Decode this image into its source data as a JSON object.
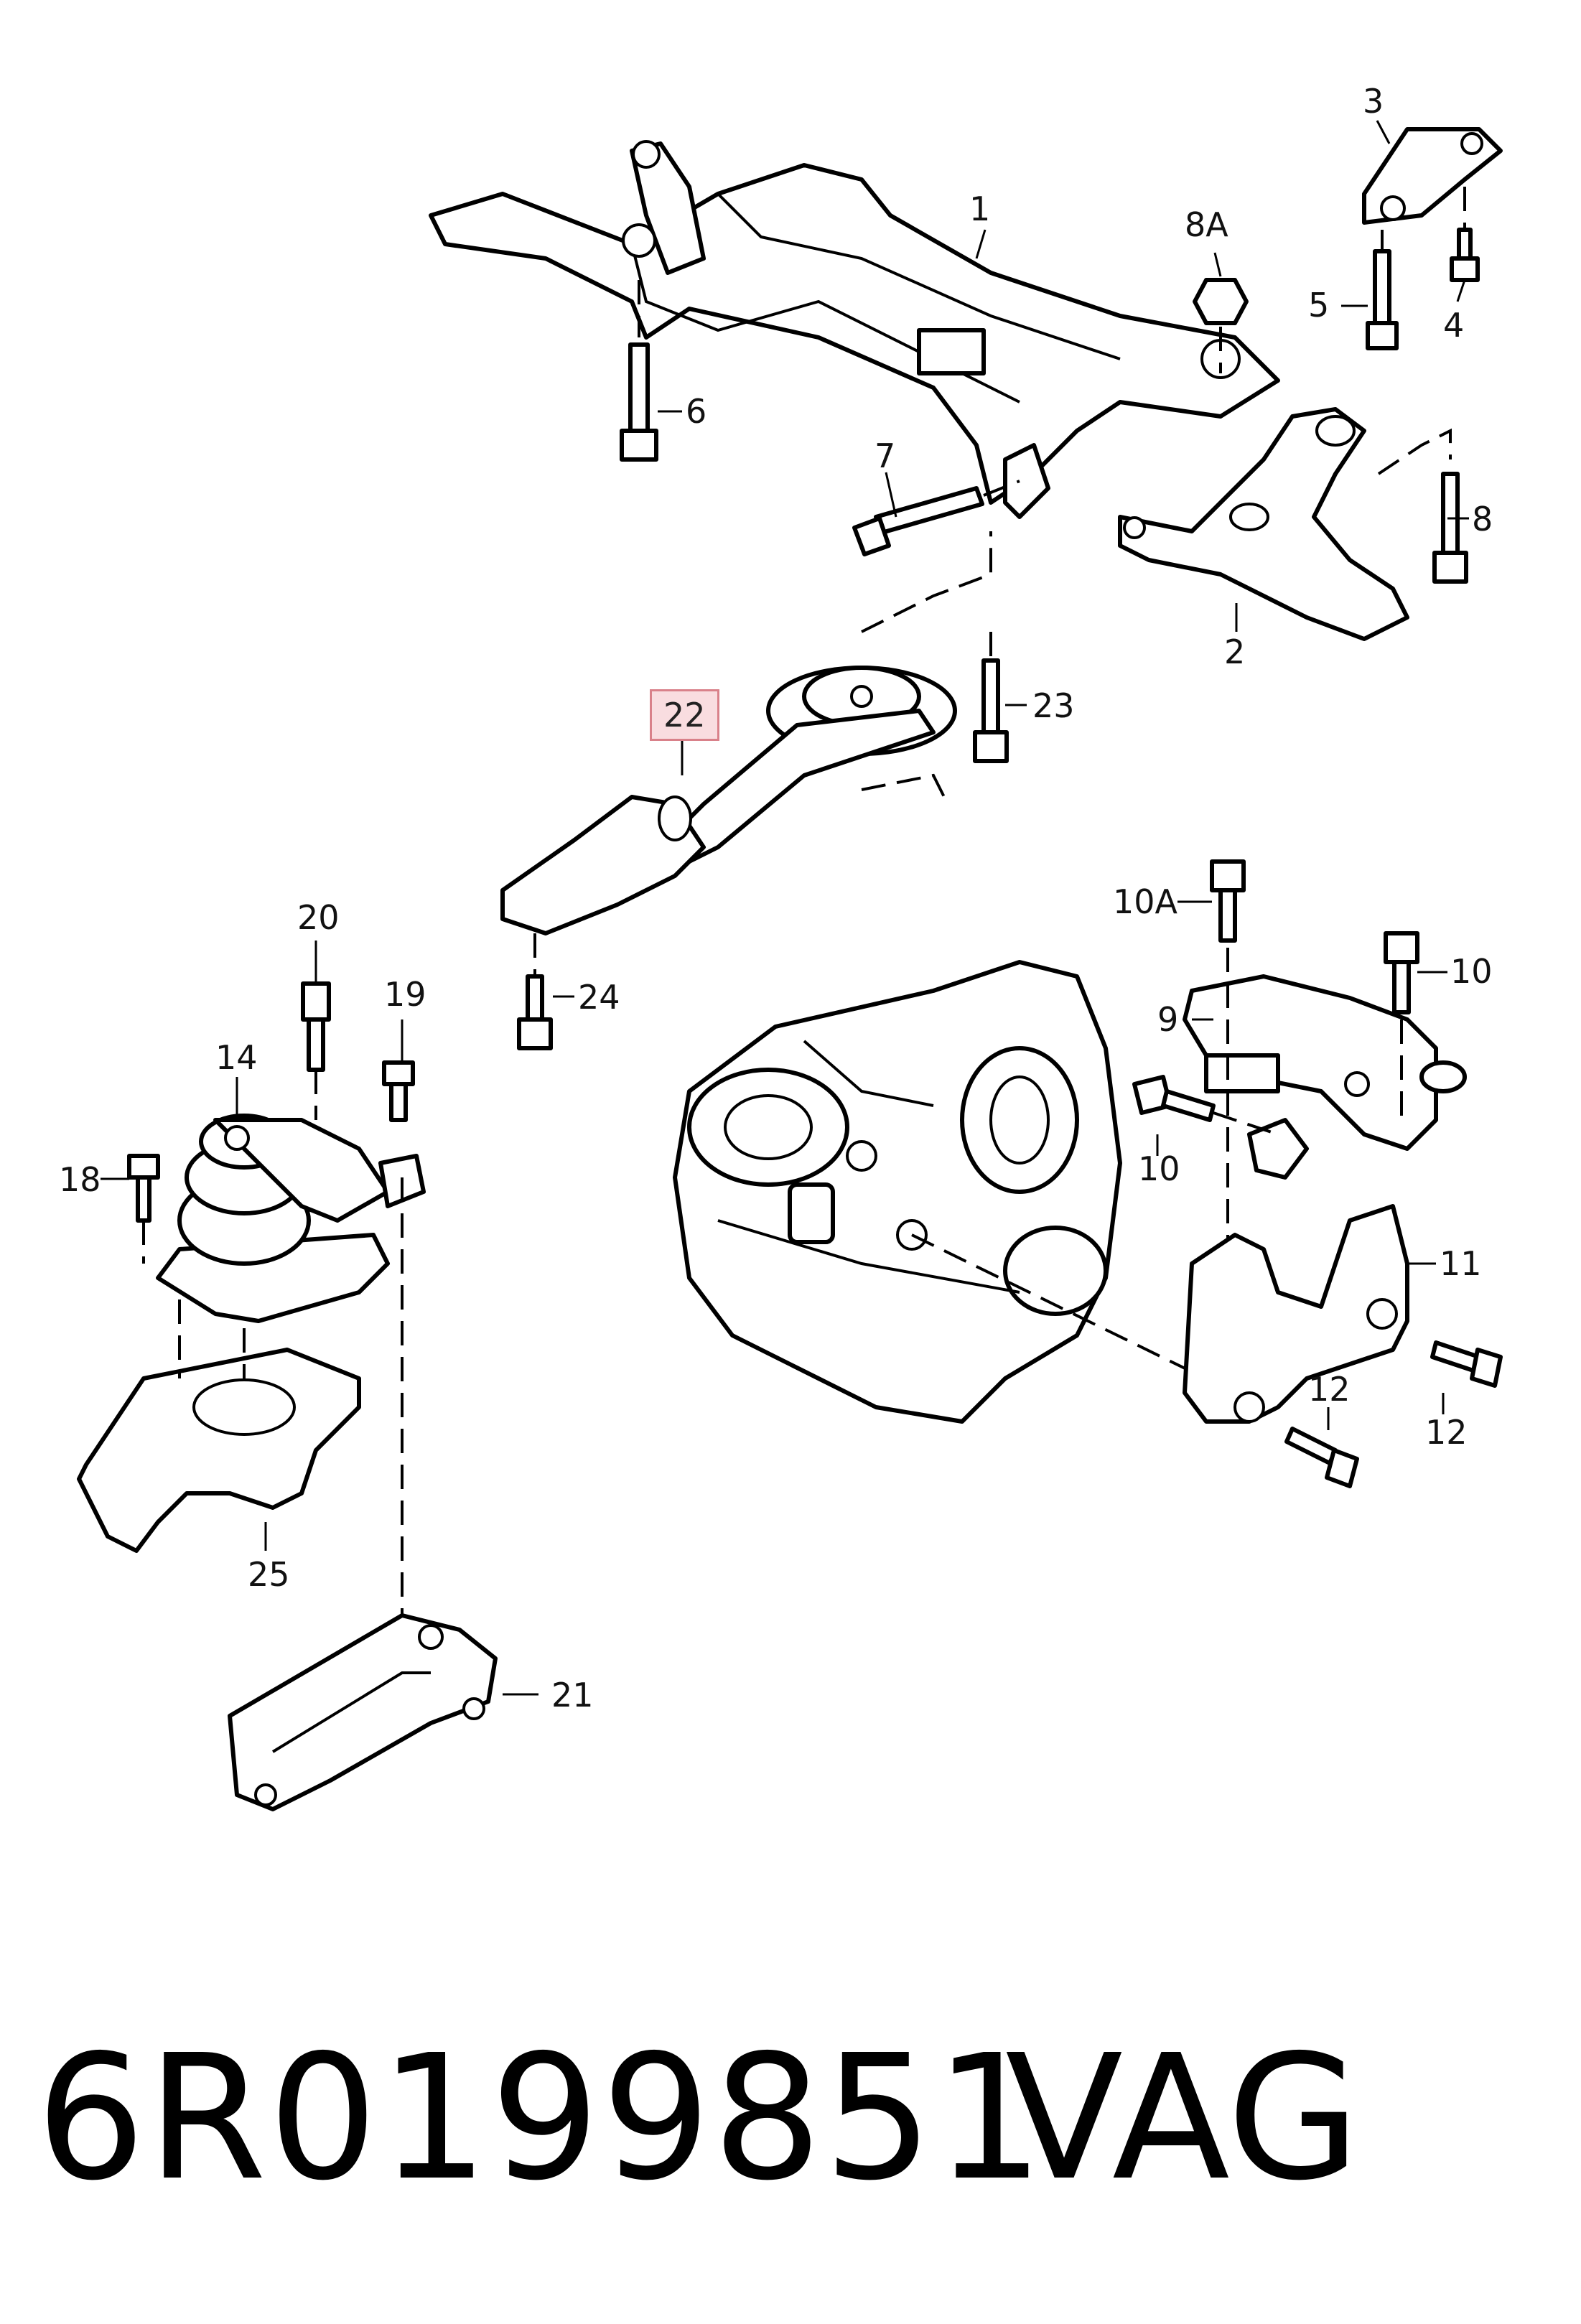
{
  "callouts": {
    "c1": "1",
    "c2": "2",
    "c3": "3",
    "c4": "4",
    "c5": "5",
    "c6": "6",
    "c7": "7",
    "c8": "8",
    "c8a": "8A",
    "c9": "9",
    "c10a": "10A",
    "c10_right": "10",
    "c10_left": "10",
    "c11": "11",
    "c12_top": "12",
    "c12_right": "12",
    "c14": "14",
    "c18": "18",
    "c19": "19",
    "c20": "20",
    "c21": "21",
    "c22": "22",
    "c23": "23",
    "c24": "24",
    "c25": "25"
  },
  "highlight_color": "#f9dde0",
  "footer": {
    "part_number": "6R0199851",
    "brand": "VAG"
  }
}
